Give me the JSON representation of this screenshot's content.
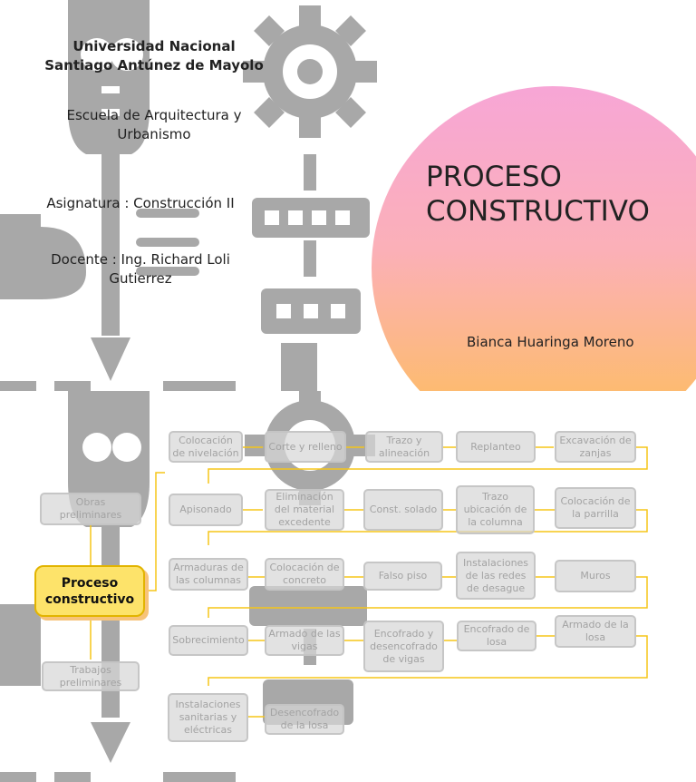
{
  "slide1": {
    "university": "Universidad Nacional Santiago Antúnez de Mayolo",
    "school": "Escuela de Arquitectura y Urbanismo",
    "subject": "Asignatura : Construcción II",
    "teacher": "Docente : Ing. Richard Loli Gutierrez",
    "title_line1": "PROCESO",
    "title_line2": "CONSTRUCTIVO",
    "author": "Bianca Huaringa Moreno"
  },
  "slide2": {
    "main_node": "Proceso constructivo",
    "side_nodes": [
      "Obras preliminares",
      "Trabajos preliminares"
    ],
    "row1": [
      "Colocación de nivelación",
      "Corte y relleno",
      "Trazo y alineación",
      "Replanteo",
      "Excavación de zanjas"
    ],
    "row2": [
      "Apisonado",
      "Eliminación del material excedente",
      "Const. solado",
      "Trazo ubicación de la columna",
      "Colocación de la parrilla"
    ],
    "row3": [
      "Armaduras de las columnas",
      "Colocación de concreto",
      "Falso piso",
      "Instalaciones de las redes de desague",
      "Muros"
    ],
    "row4": [
      "Sobrecimiento",
      "Armado de las vigas",
      "Encofrado y desencofrado de vigas",
      "Encofrado de losa",
      "Armado de la losa"
    ],
    "row5": [
      "Instalaciones sanitarias y eléctricas",
      "Desencofrado de la losa"
    ]
  },
  "colors": {
    "circle_top": "#f7a6d6",
    "circle_bottom": "#fdbf5a",
    "main_node": "#fde36a",
    "connector": "#f5c518",
    "deco": "#a8a8a8"
  }
}
